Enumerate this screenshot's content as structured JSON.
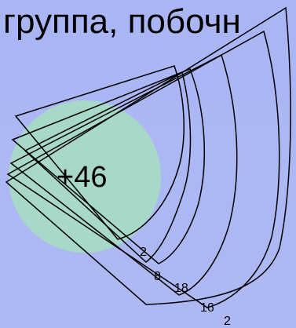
{
  "slide": {
    "heading": "группа, побочн",
    "center_label": "+46",
    "number_labels": [
      "2",
      "8",
      "18",
      "16",
      "2"
    ],
    "colors": {
      "background": "#aab6f4",
      "circle_fill": "#a8d8c8",
      "outline": "#000000"
    }
  }
}
